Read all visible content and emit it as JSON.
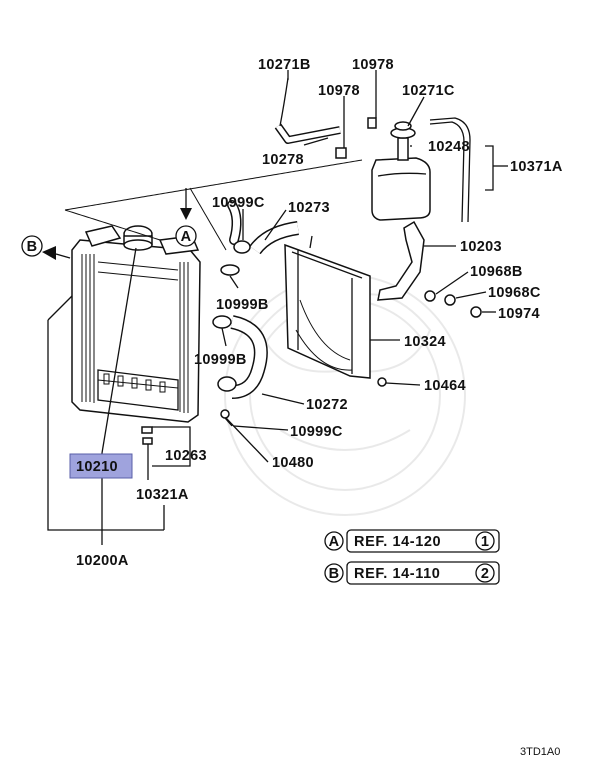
{
  "diagram": {
    "part_labels": [
      {
        "id": "10271B",
        "text": "10271B"
      },
      {
        "id": "10978a",
        "text": "10978"
      },
      {
        "id": "10978b",
        "text": "10978"
      },
      {
        "id": "10271C",
        "text": "10271C"
      },
      {
        "id": "10278",
        "text": "10278"
      },
      {
        "id": "10248",
        "text": "10248"
      },
      {
        "id": "10371A",
        "text": "10371A"
      },
      {
        "id": "10999Ca",
        "text": "10999C"
      },
      {
        "id": "10273",
        "text": "10273"
      },
      {
        "id": "10203",
        "text": "10203"
      },
      {
        "id": "10968B",
        "text": "10968B"
      },
      {
        "id": "10968C",
        "text": "10968C"
      },
      {
        "id": "10974",
        "text": "10974"
      },
      {
        "id": "10999Ba",
        "text": "10999B"
      },
      {
        "id": "10999Bb",
        "text": "10999B"
      },
      {
        "id": "10324",
        "text": "10324"
      },
      {
        "id": "10464",
        "text": "10464"
      },
      {
        "id": "10272",
        "text": "10272"
      },
      {
        "id": "10999Cb",
        "text": "10999C"
      },
      {
        "id": "10263",
        "text": "10263"
      },
      {
        "id": "10480",
        "text": "10480"
      },
      {
        "id": "10321A",
        "text": "10321A"
      },
      {
        "id": "10200A",
        "text": "10200A"
      }
    ],
    "highlighted_part": "10210",
    "callouts": {
      "a": "A",
      "b": "B"
    },
    "references": [
      {
        "marker": "A",
        "text": "REF. 14-120",
        "num": "1"
      },
      {
        "marker": "B",
        "text": "REF. 14-110",
        "num": "2"
      }
    ],
    "diagram_code": "3TD1A0"
  }
}
